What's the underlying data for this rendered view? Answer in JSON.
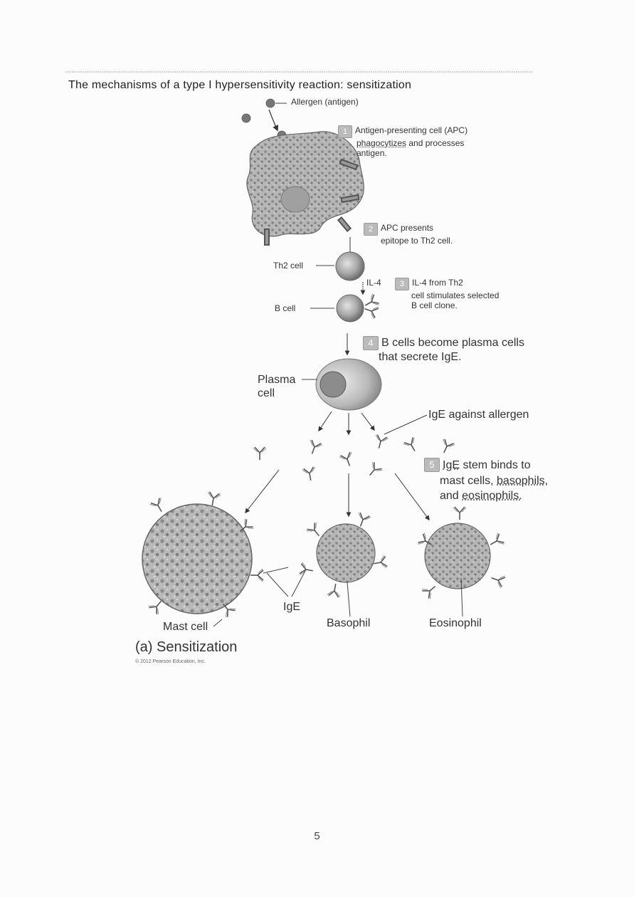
{
  "title": "The mechanisms of a type I hypersensitivity reaction: sensitization",
  "labels": {
    "allergen": "Allergen (antigen)",
    "step1_num": "1",
    "step1_a": "Antigen-presenting  cell (APC)",
    "step1_b": "phagocytizes",
    "step1_b2": " and processes",
    "step1_c": "antigen.",
    "step2_num": "2",
    "step2_a": "APC presents",
    "step2_b": "epitope to Th2 cell.",
    "th2": "Th2 cell",
    "il4": "IL-4",
    "step3_num": "3",
    "step3_a": "IL-4 from Th2",
    "step3_b": "cell stimulates selected",
    "step3_c": "B cell clone.",
    "bcell": "B cell",
    "step4_num": "4",
    "step4_a": "B cells become plasma cells",
    "step4_b": "that secrete IgE.",
    "plasma_a": "Plasma",
    "plasma_b": "cell",
    "ige_against": "IgE against allergen",
    "step5_num": "5",
    "step5_a1": "IgE",
    "step5_a2": " stem binds to",
    "step5_b1": "mast cells, ",
    "step5_b2": "basophils,",
    "step5_c1": "and ",
    "step5_c2": "eosinophils.",
    "ige": "IgE",
    "mast": "Mast cell",
    "basophil": "Basophil",
    "eosinophil": "Eosinophil",
    "caption_a": "(a)",
    "caption_b": " Sensitization",
    "copyright": "© 2012 Pearson Education, Inc."
  },
  "page_number": "5"
}
